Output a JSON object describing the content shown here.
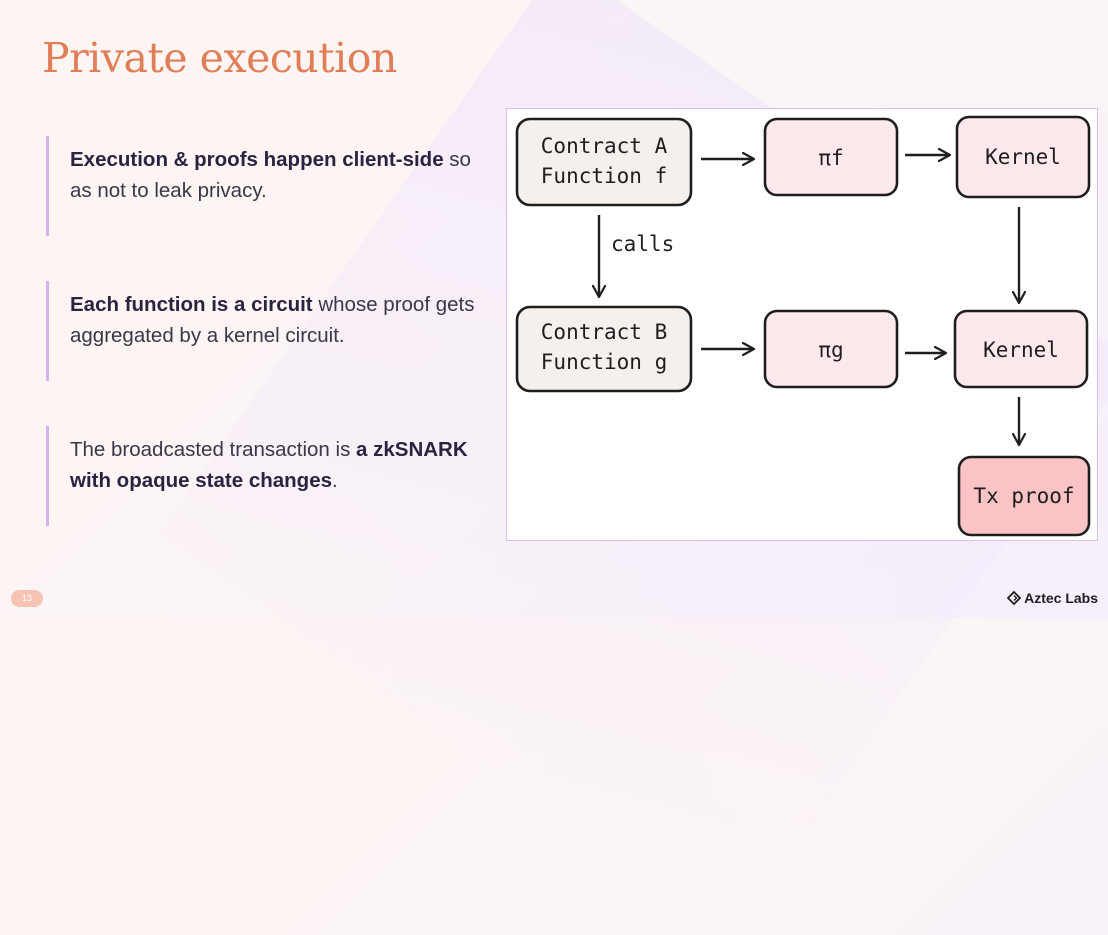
{
  "slide": {
    "title": "Private execution",
    "page_number": "13",
    "brand": "Aztec Labs"
  },
  "bullets": [
    {
      "bold": "Execution & proofs happen client-side",
      "text": " so as not to leak privacy."
    },
    {
      "bold": "Each function is a circuit",
      "text": " whose proof gets aggregated by a kernel circuit."
    },
    {
      "pre": "The broadcasted transaction is ",
      "bold": "a zkSNARK with opaque state changes",
      "post": "."
    }
  ],
  "diagram": {
    "nodes": {
      "contract_a": [
        "Contract A",
        "Function f"
      ],
      "pi_f": "πf",
      "kernel_1": "Kernel",
      "contract_b": [
        "Contract B",
        "Function g"
      ],
      "pi_g": "πg",
      "kernel_2": "Kernel",
      "tx_proof": "Tx proof"
    },
    "edge_labels": {
      "calls": "calls"
    },
    "colors": {
      "contract_fill": "#f5f0ec",
      "proof_fill": "#fde8ec",
      "txproof_fill": "#fac3c5",
      "stroke": "#1e1e1e"
    }
  }
}
